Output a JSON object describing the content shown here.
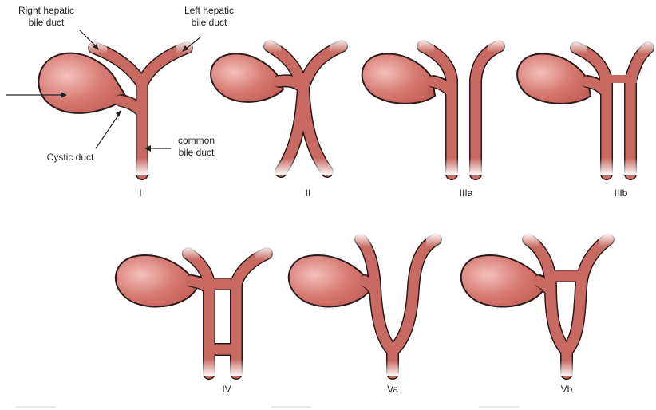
{
  "labels": {
    "right_hepatic": [
      "Right hepatic",
      "bile duct"
    ],
    "left_hepatic": [
      "Left hepatic",
      "bile duct"
    ],
    "cystic_duct": "Cystic duct",
    "common_bile_duct": [
      "common",
      "bile duct"
    ]
  },
  "variants": [
    {
      "id": "I",
      "caption": "I"
    },
    {
      "id": "II",
      "caption": "II"
    },
    {
      "id": "IIIa",
      "caption": "IIIa"
    },
    {
      "id": "IIIb",
      "caption": "IIIb"
    },
    {
      "id": "IV",
      "caption": "IV"
    },
    {
      "id": "Va",
      "caption": "Va"
    },
    {
      "id": "Vb",
      "caption": "Vb"
    }
  ],
  "colors": {
    "duct": "#c96a62",
    "duct_light": "#f3d6d2",
    "gallbladder": "#d67a72",
    "gallbladder_highlight": "#f2b7b0",
    "outline": "#2a1a1a"
  }
}
